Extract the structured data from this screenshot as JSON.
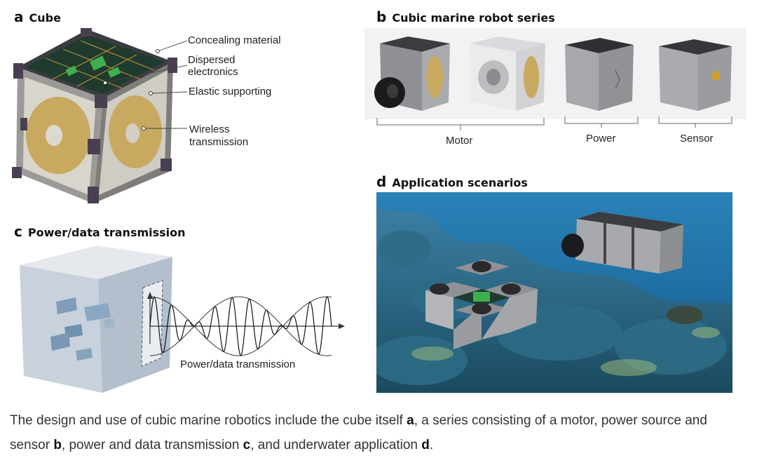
{
  "panel_a": {
    "letter": "a",
    "title": "Cube",
    "labels": [
      "Concealing material",
      "Dispersed",
      "electronics",
      "Elastic supporting",
      "Wireless",
      "transmission"
    ]
  },
  "panel_b": {
    "letter": "b",
    "title": "Cubic marine robot series",
    "groups": [
      "Motor",
      "Power",
      "Sensor"
    ]
  },
  "panel_c": {
    "letter": "c",
    "title": "Power/data transmission",
    "wave_label": "Power/data transmission"
  },
  "panel_d": {
    "letter": "d",
    "title": "Application scenarios"
  },
  "caption": {
    "p1": "The design and use of cubic marine robotics include the cube itself ",
    "b1": "a",
    "p2": ", a series consisting of a motor, power source and sensor ",
    "b2": "b",
    "p3": ", power and data transmission ",
    "b3": "c",
    "p4": ", and underwater application ",
    "b4": "d",
    "p5": "."
  },
  "colors": {
    "cube_gray": "#8a8d92",
    "gold_disc": "#c9a960",
    "water": "#1f6fa3",
    "electronics": "#2f8a3a"
  }
}
